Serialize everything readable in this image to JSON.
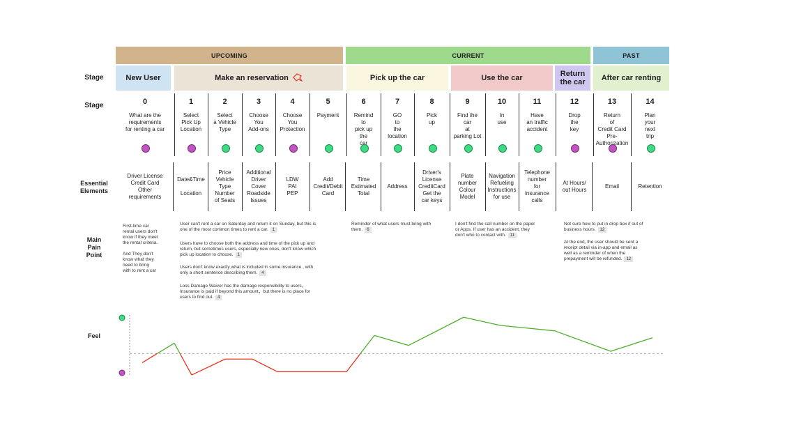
{
  "phases": [
    {
      "label": "UPCOMING",
      "color": "#d2b48c"
    },
    {
      "label": "CURRENT",
      "color": "#9fd98c"
    },
    {
      "label": "PAST",
      "color": "#8fc3d6"
    }
  ],
  "row_labels": {
    "stage1": "Stage",
    "stage2": "Stage",
    "essential": "Essential Elements",
    "pain": "Main Pain Point",
    "feel": "Feel"
  },
  "stages": [
    {
      "label": "New User",
      "color": "#cfe3f3"
    },
    {
      "label": "Make an reservation",
      "color": "#ece3d7"
    },
    {
      "label": "Pick up the car",
      "color": "#fbf6df"
    },
    {
      "label": "Use the car",
      "color": "#f2c9c9"
    },
    {
      "label": "Return the car",
      "color": "#cfc7ef"
    },
    {
      "label": "After car renting",
      "color": "#e1f0cf"
    }
  ],
  "steps": [
    {
      "num": "0",
      "action": "What are the\nrequirements\nfor renting a car",
      "mood": "sad",
      "essential": "Driver License\nCredit Card\nOther\nrequirements"
    },
    {
      "num": "1",
      "action": "Select\nPick Up\nLocation",
      "mood": "sad",
      "essential": "Date&Time\n\nLocation"
    },
    {
      "num": "2",
      "action": "Select\na Vehicle\nType",
      "mood": "happy",
      "essential": "Price\nVehicle\nType\nNumber\nof Seats"
    },
    {
      "num": "3",
      "action": "Choose\nYou\nAdd-ons",
      "mood": "happy",
      "essential": "Additional\nDriver\nCover\nRoadside\nIssues"
    },
    {
      "num": "4",
      "action": "Choose\nYou\nProtection",
      "mood": "sad",
      "essential": "LDW\nPAI\nPEP"
    },
    {
      "num": "5",
      "action": "Payment",
      "mood": "happy",
      "essential": "Add\nCredit/Debit\nCard"
    },
    {
      "num": "6",
      "action": "Remind\nto\npick up\nthe\ncar",
      "mood": "happy",
      "essential": "Time\nEstimated\nTotal"
    },
    {
      "num": "7",
      "action": "GO\nto\nthe\nlocation",
      "mood": "happy",
      "essential": "Address"
    },
    {
      "num": "8",
      "action": "Pick\nup",
      "mood": "happy",
      "essential": "Driver's\nLicense\nCreditCard\nGet the\ncar keys"
    },
    {
      "num": "9",
      "action": "Find the\ncar\nat\nparking Lot",
      "mood": "happy",
      "essential": "Plate\nnumber\nColour\nModel"
    },
    {
      "num": "10",
      "action": "In\nuse",
      "mood": "happy",
      "essential": "Navigation\nRefueling\nInstructions\nfor use"
    },
    {
      "num": "11",
      "action": "Have\nan traffic\naccident",
      "mood": "happy",
      "essential": "Telephone\nnumber\nfor\ninsurance\ncalls"
    },
    {
      "num": "12",
      "action": "Drop\nthe\nkey",
      "mood": "sad",
      "essential": "At Hours/\nout Hours"
    },
    {
      "num": "13",
      "action": "Return\nof\nCredit Card\nPre-\nAuthorization",
      "mood": "sad",
      "essential": "Email"
    },
    {
      "num": "14",
      "action": "Plan\nyour\nnext\ntrip",
      "mood": "happy",
      "essential": "Retention"
    }
  ],
  "pain_points": {
    "new_user": "First-time car\nrental users don't\nknow if they meet\nthe rental criteria.\n\nAnd They don't\nknow what they\nneed to bring\nwith to rent a car",
    "reservation": [
      {
        "text": "User can't rent a car on Saturday and return it on Sunday, but this is\none of the most common times to rent a car.",
        "tag": "1"
      },
      {
        "text": "Users have to choose both the address and time of the pick up and\nreturn, but sometimes users, especially new ones, don't know which\npick up location to choose.",
        "tag": "1"
      },
      {
        "text": "Users don't know exactly what is included in some insurance , with\nonly a short sentence describing them.",
        "tag": "4"
      },
      {
        "text": "Loss Damage Waiver has the damage responsibility to users，\nInsurance is paid if beyond this amount，but there is no place for\nusers to find out.",
        "tag": "4"
      }
    ],
    "pickup": {
      "text": "Reminder of what users must bring with\nthem.",
      "tag": "6"
    },
    "use": {
      "text": "I don't find the call number on the paper\nor Apps. If user has an accident, they\ndon't who to contact with.",
      "tag": "11"
    },
    "return": [
      {
        "text": "Not sure how to put in drop box if out of\nbusiness hours.",
        "tag": "12"
      },
      {
        "text": "At the end, the user should be sent a\nreceipt detail via in-app and email as\nwell as a reminder of when the\nprepayment will be refunded.",
        "tag": "12"
      }
    ]
  },
  "feel_points": [
    0.3,
    0.73,
    0.03,
    0.38,
    0.38,
    0.1,
    0.1,
    0.1,
    0.9,
    0.68,
    1.3,
    1.12,
    1.0,
    0.55,
    0.85
  ],
  "feel_baseline": 0.5,
  "colors": {
    "positive": "#4caf28",
    "negative": "#e8341c"
  }
}
